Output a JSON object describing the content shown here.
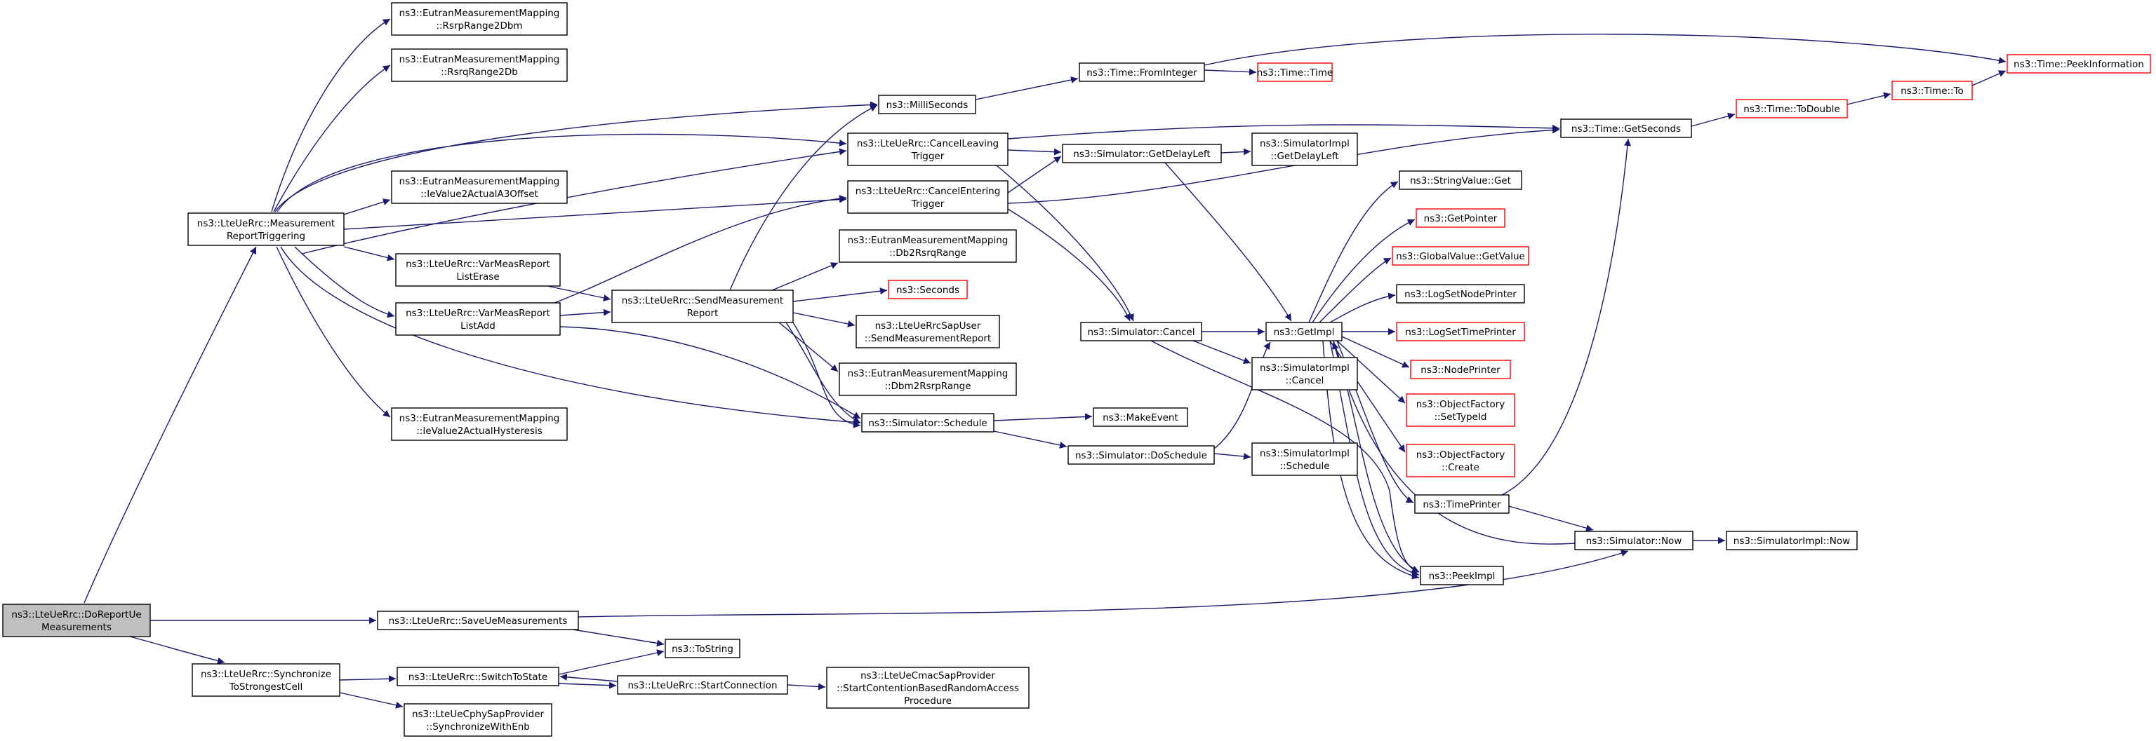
{
  "graph": {
    "nodes": [
      {
        "id": "root",
        "lines": [
          "ns3::LteUeRrc::DoReportUe",
          "Measurements"
        ],
        "style": "root"
      },
      {
        "id": "measTrig",
        "lines": [
          "ns3::LteUeRrc::Measurement",
          "ReportTriggering"
        ]
      },
      {
        "id": "saveMeas",
        "lines": [
          "ns3::LteUeRrc::SaveUeMeasurements"
        ]
      },
      {
        "id": "syncCell",
        "lines": [
          "ns3::LteUeRrc::Synchronize",
          "ToStrongestCell"
        ]
      },
      {
        "id": "rsrpR2D",
        "lines": [
          "ns3::EutranMeasurementMapping",
          "::RsrpRange2Dbm"
        ]
      },
      {
        "id": "rsrqR2D",
        "lines": [
          "ns3::EutranMeasurementMapping",
          "::RsrqRange2Db"
        ]
      },
      {
        "id": "ieA3",
        "lines": [
          "ns3::EutranMeasurementMapping",
          "::IeValue2ActualA3Offset"
        ]
      },
      {
        "id": "varErase",
        "lines": [
          "ns3::LteUeRrc::VarMeasReport",
          "ListErase"
        ]
      },
      {
        "id": "varAdd",
        "lines": [
          "ns3::LteUeRrc::VarMeasReport",
          "ListAdd"
        ]
      },
      {
        "id": "ieHyst",
        "lines": [
          "ns3::EutranMeasurementMapping",
          "::IeValue2ActualHysteresis"
        ]
      },
      {
        "id": "toString",
        "lines": [
          "ns3::ToString"
        ]
      },
      {
        "id": "switchState",
        "lines": [
          "ns3::LteUeRrc::SwitchToState"
        ]
      },
      {
        "id": "syncEnb",
        "lines": [
          "ns3::LteUeCphySapProvider",
          "::SynchronizeWithEnb"
        ]
      },
      {
        "id": "milli",
        "lines": [
          "ns3::MilliSeconds"
        ]
      },
      {
        "id": "cancelLeave",
        "lines": [
          "ns3::LteUeRrc::CancelLeaving",
          "Trigger"
        ]
      },
      {
        "id": "cancelEnter",
        "lines": [
          "ns3::LteUeRrc::CancelEntering",
          "Trigger"
        ]
      },
      {
        "id": "sendMeas",
        "lines": [
          "ns3::LteUeRrc::SendMeasurement",
          "Report"
        ]
      },
      {
        "id": "db2rsrq",
        "lines": [
          "ns3::EutranMeasurementMapping",
          "::Db2RsrqRange"
        ]
      },
      {
        "id": "seconds",
        "lines": [
          "ns3::Seconds"
        ],
        "style": "red"
      },
      {
        "id": "sapUser",
        "lines": [
          "ns3::LteUeRrcSapUser",
          "::SendMeasurementReport"
        ]
      },
      {
        "id": "dbm2rsrp",
        "lines": [
          "ns3::EutranMeasurementMapping",
          "::Dbm2RsrpRange"
        ]
      },
      {
        "id": "schedule",
        "lines": [
          "ns3::Simulator::Schedule"
        ]
      },
      {
        "id": "startConn",
        "lines": [
          "ns3::LteUeRrc::StartConnection"
        ]
      },
      {
        "id": "contention",
        "lines": [
          "ns3::LteUeCmacSapProvider",
          "::StartContentionBasedRandomAccess",
          "Procedure"
        ]
      },
      {
        "id": "fromInt",
        "lines": [
          "ns3::Time::FromInteger"
        ]
      },
      {
        "id": "getDelay",
        "lines": [
          "ns3::Simulator::GetDelayLeft"
        ]
      },
      {
        "id": "cancel",
        "lines": [
          "ns3::Simulator::Cancel"
        ]
      },
      {
        "id": "makeEvent",
        "lines": [
          "ns3::MakeEvent"
        ]
      },
      {
        "id": "doSchedule",
        "lines": [
          "ns3::Simulator::DoSchedule"
        ]
      },
      {
        "id": "timeTime",
        "lines": [
          "ns3::Time::Time"
        ],
        "style": "red"
      },
      {
        "id": "implDelay",
        "lines": [
          "ns3::SimulatorImpl",
          "::GetDelayLeft"
        ]
      },
      {
        "id": "getImpl",
        "lines": [
          "ns3::GetImpl"
        ]
      },
      {
        "id": "implCancel",
        "lines": [
          "ns3::SimulatorImpl",
          "::Cancel"
        ]
      },
      {
        "id": "implSched",
        "lines": [
          "ns3::SimulatorImpl",
          "::Schedule"
        ]
      },
      {
        "id": "strGet",
        "lines": [
          "ns3::StringValue::Get"
        ]
      },
      {
        "id": "getPointer",
        "lines": [
          "ns3::GetPointer"
        ],
        "style": "red"
      },
      {
        "id": "globalGet",
        "lines": [
          "ns3::GlobalValue::GetValue"
        ],
        "style": "red"
      },
      {
        "id": "logNode",
        "lines": [
          "ns3::LogSetNodePrinter"
        ]
      },
      {
        "id": "logTime",
        "lines": [
          "ns3::LogSetTimePrinter"
        ],
        "style": "red"
      },
      {
        "id": "nodePrinter",
        "lines": [
          "ns3::NodePrinter"
        ],
        "style": "red"
      },
      {
        "id": "ofSetType",
        "lines": [
          "ns3::ObjectFactory",
          "::SetTypeId"
        ],
        "style": "red"
      },
      {
        "id": "ofCreate",
        "lines": [
          "ns3::ObjectFactory",
          "::Create"
        ],
        "style": "red"
      },
      {
        "id": "timePrinter",
        "lines": [
          "ns3::TimePrinter"
        ]
      },
      {
        "id": "peekImpl",
        "lines": [
          "ns3::PeekImpl"
        ]
      },
      {
        "id": "getSeconds",
        "lines": [
          "ns3::Time::GetSeconds"
        ]
      },
      {
        "id": "simNow",
        "lines": [
          "ns3::Simulator::Now"
        ]
      },
      {
        "id": "implNow",
        "lines": [
          "ns3::SimulatorImpl::Now"
        ]
      },
      {
        "id": "toDouble",
        "lines": [
          "ns3::Time::ToDouble"
        ],
        "style": "red"
      },
      {
        "id": "timeTo",
        "lines": [
          "ns3::Time::To"
        ],
        "style": "red"
      },
      {
        "id": "peekInfo",
        "lines": [
          "ns3::Time::PeekInformation"
        ],
        "style": "red"
      }
    ]
  }
}
